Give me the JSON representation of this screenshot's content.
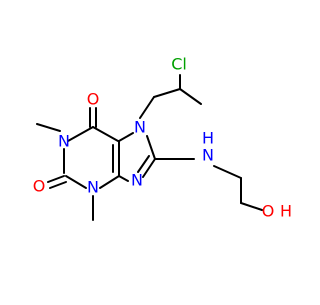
{
  "molecule": {
    "colors": {
      "bond": "#000000",
      "nitrogen": "#0000ff",
      "oxygen": "#ff0000",
      "chlorine": "#00a000"
    },
    "atoms": {
      "o_top": "O",
      "n7": "N",
      "n1": "N",
      "o_left": "O",
      "n3": "N",
      "n9": "N",
      "n_amino": "N",
      "h_amino": "H",
      "cl": "Cl",
      "o_hydroxyl": "O",
      "h_hydroxyl": "H"
    }
  }
}
